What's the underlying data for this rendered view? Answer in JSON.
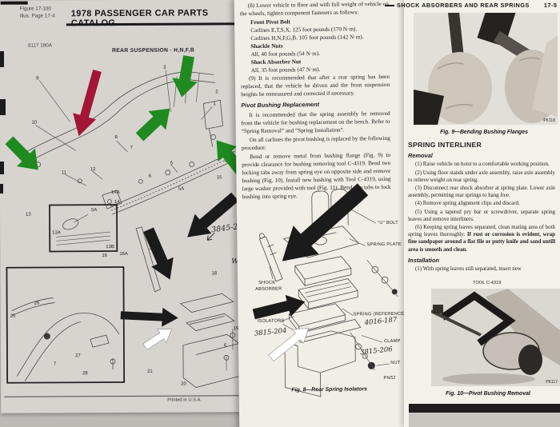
{
  "colors": {
    "green_arrow": "#1f8a1f",
    "red_arrow": "#a31638",
    "black_arrow": "#1b1b1b",
    "white_arrow": "#ffffff"
  },
  "left_page": {
    "figure_ref": "Figure 17-100",
    "illus_ref": "Illus. Page 17-4",
    "catalog_title": "1978 PASSENGER CAR PARTS CATALOG",
    "plate_code": "8117 180A",
    "diagram_title": "REAR SUSPENSION - H,N,F,B",
    "printed_note": "Printed in U.S.A.",
    "handwritten_part_number": "3845-2",
    "handwritten_note": "W/",
    "callouts": [
      "9",
      "10",
      "3",
      "2",
      "1",
      "8",
      "7",
      "12",
      "11",
      "6",
      "5",
      "15",
      "13",
      "14A",
      "14",
      "5A",
      "5A",
      "13A",
      "13B",
      "16",
      "16A",
      "18",
      "26",
      "25",
      "27",
      "7",
      "28",
      "21",
      "20",
      "19",
      "6"
    ]
  },
  "middle_page": {
    "step8": "(8) Lower vehicle to floor and with full weight of vehicle on the wheels, tighten component fasteners as follows:",
    "specs": [
      {
        "label": "Front Pivot Bolt",
        "values": [
          "Carlines E,T,S,X, 125 foot pounds (170 N·m).",
          "Carlines H,N,F,G,B. 105 foot pounds (142 N·m)."
        ]
      },
      {
        "label": "Shackle Nuts",
        "values": [
          "All, 40 foot pounds (54 N·m)."
        ]
      },
      {
        "label": "Shock Absorber Nut",
        "values": [
          "All, 35 foot pounds (47 N·m)."
        ]
      }
    ],
    "step9": "(9) It is recommended that after a rear spring has been replaced, that the vehicle be driven and the front suspension heights be remeasured and corrected if necessary.",
    "pivot_heading": "Pivot Bushing Replacement",
    "pivot_para1": "It is recommended that the spring assembly be removed from the vehicle for bushing replacement on the bench. Refer to “Spring Removal” and “Spring Installation”.",
    "pivot_para2": "On all carlines the pivot bushing is replaced by the following procedure:",
    "pivot_para3": "Bend or remove metal from bushing flange (Fig. 9) to provide clearance for bushing removing tool C-4319. Bend two locking tabs away from spring eye on opposite side and remove bushing (Fig. 10). Install new bushing with Tool C-4319, using large washer provided with tool (Fig. 11). Bend two tabs to lock bushing into spring eye.",
    "fig8": {
      "caption": "Fig. 8—Rear Spring Isolators",
      "labels": {
        "u_bolt": "\"U\" BOLT",
        "spring_plate": "SPRING PLATE",
        "shock_absorber_1": "SHOCK",
        "shock_absorber_2": "ABSORBER",
        "isolators": "ISOLATORS",
        "spring_reference": "SPRING (REFERENCE)",
        "clamp": "CLAMP",
        "nut": "NUT",
        "part_code": "PN52"
      },
      "handwritten": {
        "spring": "4016-187",
        "isolator_upper": "3815-204",
        "clamp": "3815-206"
      }
    }
  },
  "right_page": {
    "header": "SHOCK ABSORBERS AND REAR SPRINGS",
    "page_number": "17-5",
    "fig9_photo_code": "PK118",
    "fig9_caption": "Fig. 9—Bending Bushing Flanges",
    "section_heading": "SPRING INTERLINER",
    "removal_heading": "Removal",
    "removal_steps": [
      "(1) Raise vehicle on hoist to a comfortable working position.",
      "(2) Using floor stands under axle assembly, raise axle assembly to relieve weight on rear spring.",
      "(3) Disconnect rear shock absorber at spring plate. Lower axle assembly, permitting rear springs to hang free.",
      "(4) Remove spring alignment clips and discard.",
      "(5) Using a tapered pry bar or screwdriver, separate spring leaves and remove interliners."
    ],
    "step6_normal": "(6) Keeping spring leaves separated, clean mating area of both spring leaves thoroughly. ",
    "step6_bold": "If rust or corrosion is evident, wrap fine sandpaper around a flat file or putty knife and sand untill area is smooth and clean.",
    "installation_heading": "Installation",
    "installation_step1": "(1) With spring leaves still separated, insert new",
    "tool_label": "TOOL C-4319",
    "fig10_photo_code": "PK117",
    "fig10_caption": "Fig. 10—Pivot Bushing Removal"
  }
}
